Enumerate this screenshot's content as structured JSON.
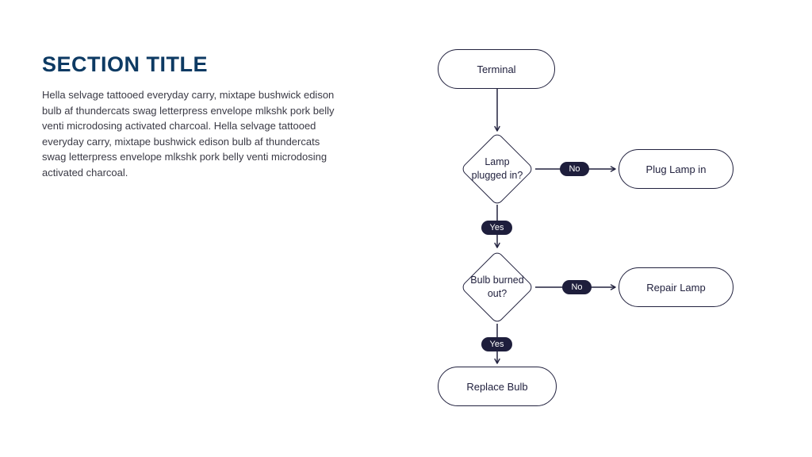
{
  "slide": {
    "title": "SECTION TITLE",
    "body": "Hella selvage tattooed everyday carry, mixtape bushwick edison bulb af thundercats swag letterpress envelope mlkshk pork belly venti microdosing activated charcoal. Hella selvage tattooed everyday carry, mixtape bushwick edison bulb af thundercats swag letterpress envelope mlkshk pork belly venti microdosing activated charcoal."
  },
  "colors": {
    "title_accent": "#0d3a63",
    "node_stroke": "#22223f",
    "pill_background": "#1e1e3c",
    "pill_text": "#ffffff",
    "background": "#ffffff"
  },
  "flowchart": {
    "nodes": {
      "terminal": {
        "label": "Terminal",
        "shape": "rounded-rect"
      },
      "lamp_plugged": {
        "label": "Lamp plugged in?",
        "shape": "diamond"
      },
      "plug_lamp": {
        "label": "Plug Lamp in",
        "shape": "rounded-rect"
      },
      "bulb_burned": {
        "label": "Bulb burned out?",
        "shape": "diamond"
      },
      "repair_lamp": {
        "label": "Repair Lamp",
        "shape": "rounded-rect"
      },
      "replace_bulb": {
        "label": "Replace Bulb",
        "shape": "rounded-rect"
      }
    },
    "edges": {
      "terminal_to_lamp_plugged": {
        "label": ""
      },
      "lamp_plugged_to_plug_lamp": {
        "label": "No"
      },
      "lamp_plugged_to_bulb_burned": {
        "label": "Yes"
      },
      "bulb_burned_to_repair_lamp": {
        "label": "No"
      },
      "bulb_burned_to_replace_bulb": {
        "label": "Yes"
      }
    }
  }
}
